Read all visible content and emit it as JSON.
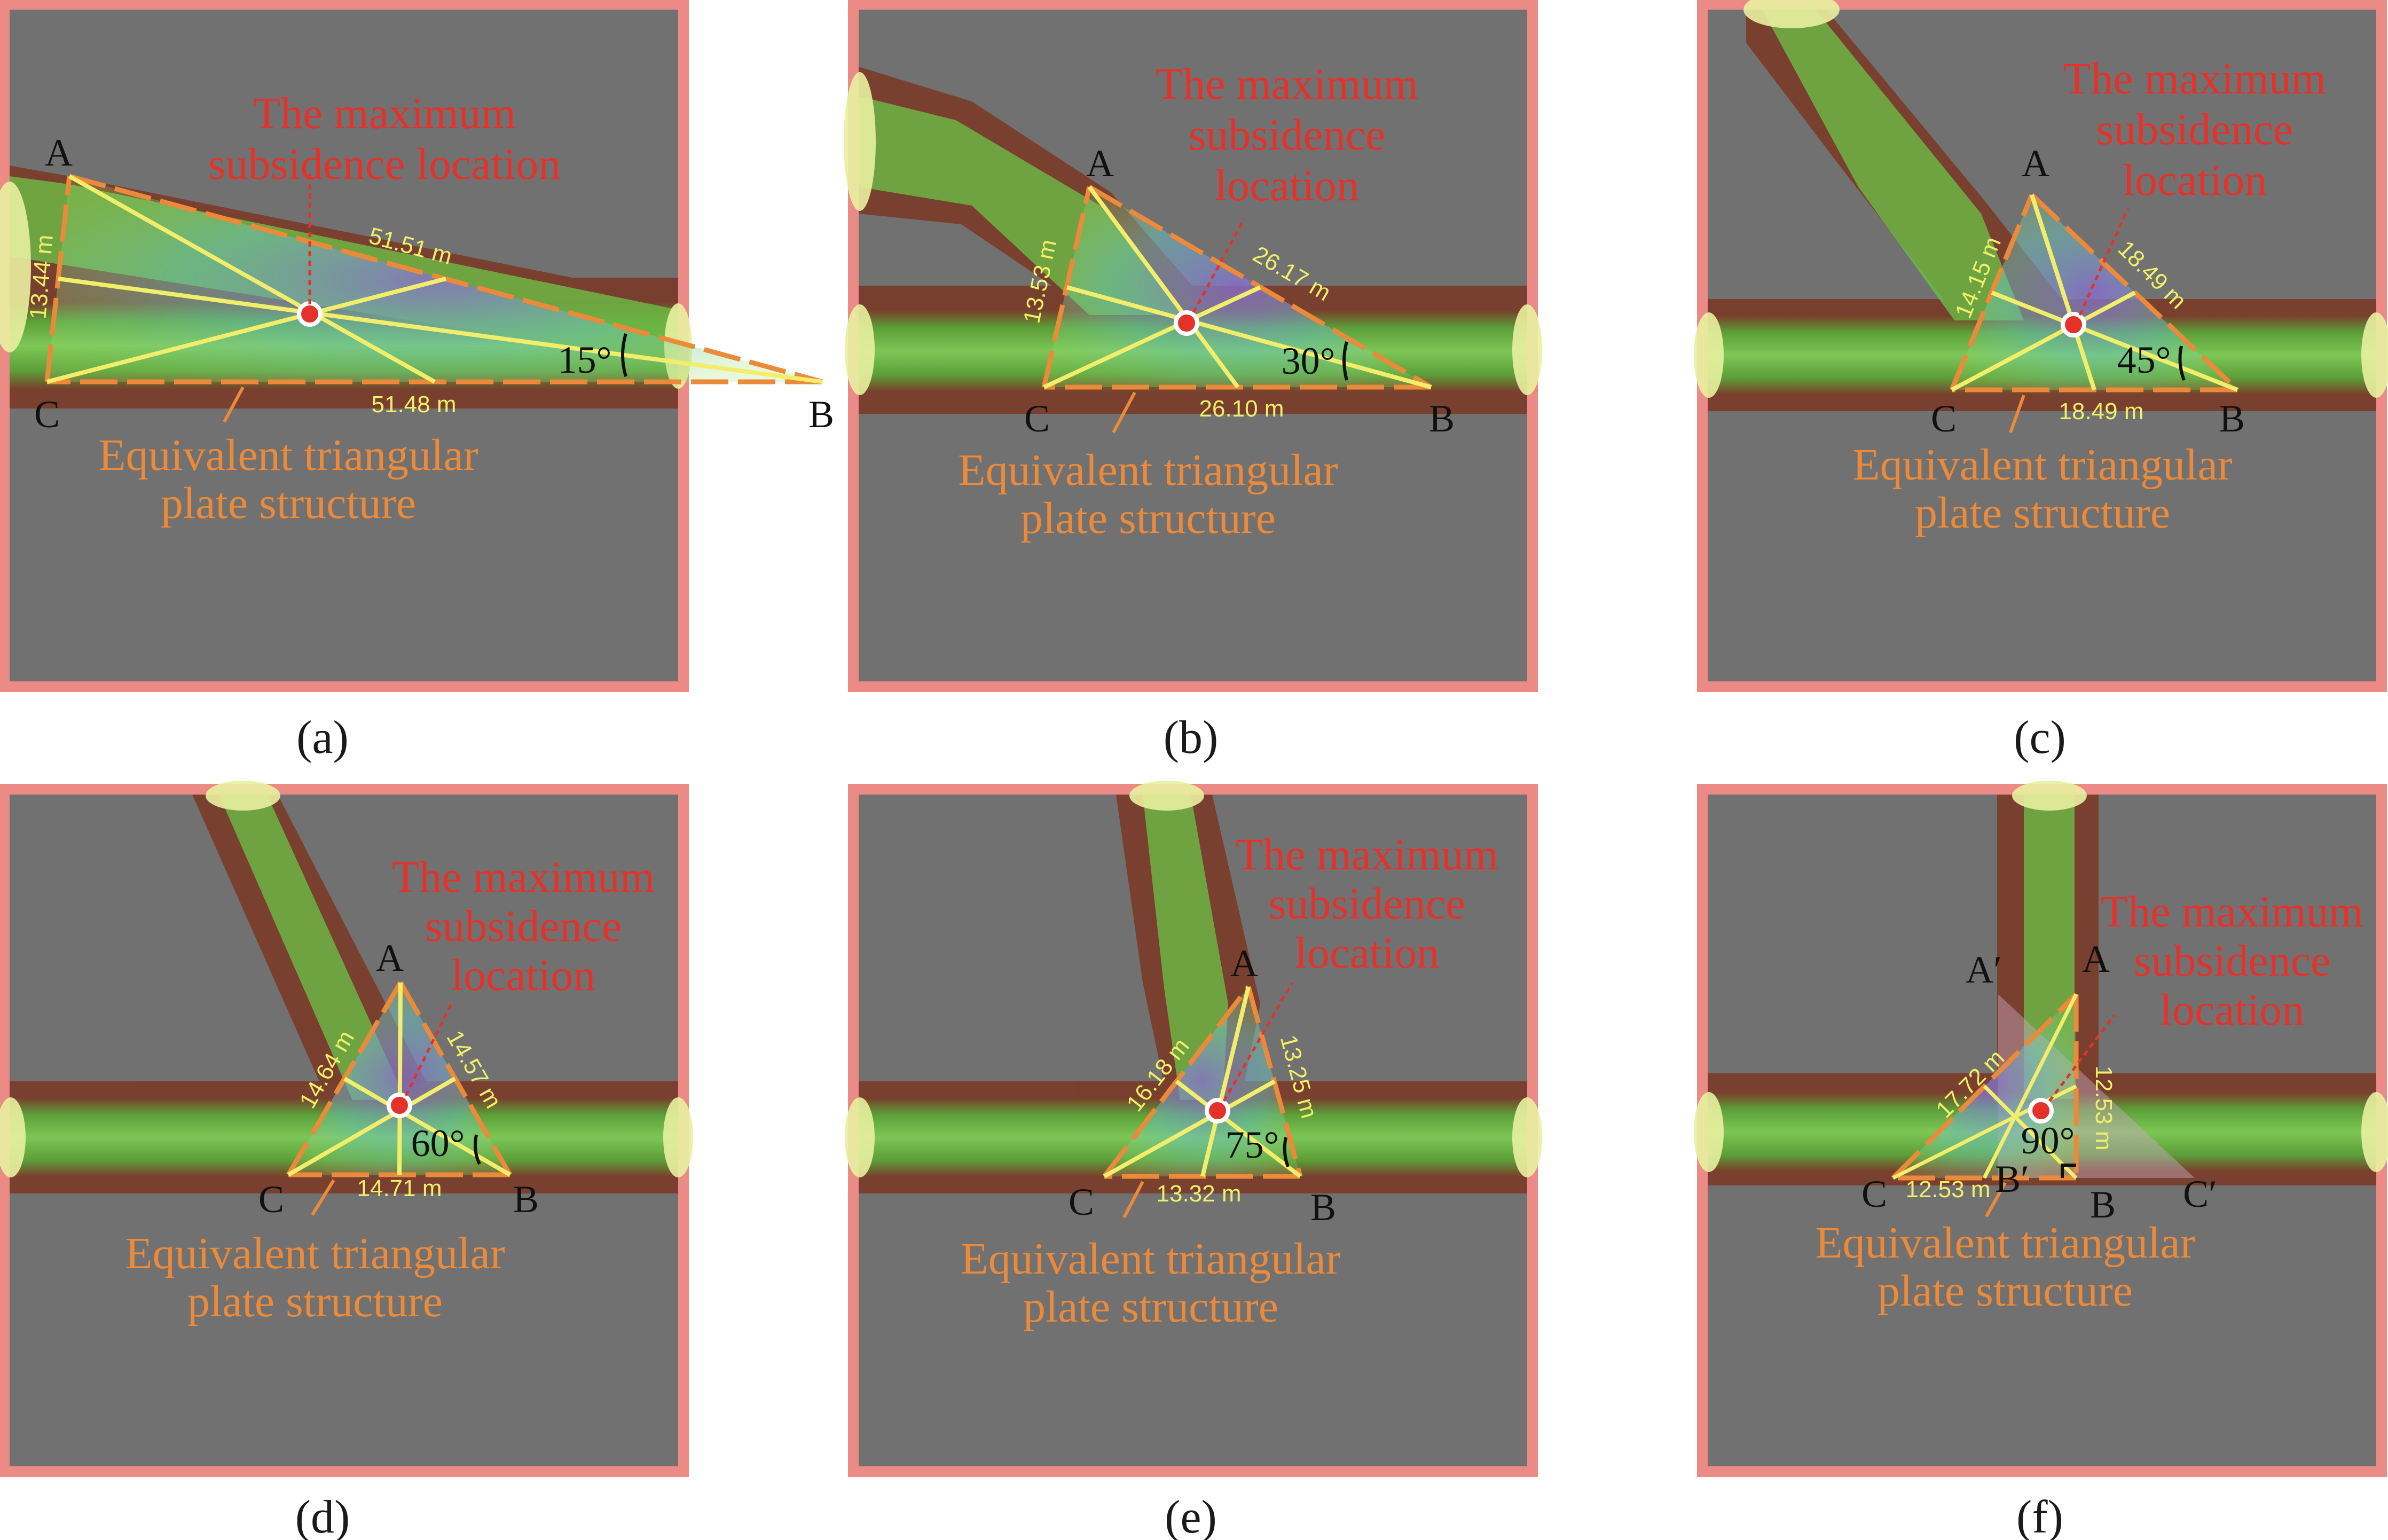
{
  "colors": {
    "frame": "#ec8a86",
    "board": "#717171",
    "rock": "#7a3d2b",
    "tunnel": "#5fb840",
    "triangle_edge": "#ea8a3a",
    "median": "#f2ee6c",
    "red_text": "#e4322b",
    "orange_text": "#ea8a3a"
  },
  "labels": {
    "max_subsidence": [
      "The maximum",
      "subsidence location"
    ],
    "max_subsidence_3": [
      "The maximum",
      "subsidence",
      "location"
    ],
    "plate": [
      "Equivalent triangular",
      "plate structure"
    ]
  },
  "panels": [
    {
      "id": "a",
      "caption": "(a)",
      "angle": "15°",
      "vertices": [
        "A",
        "B",
        "C"
      ],
      "sides": {
        "AC": "13.44 m",
        "AB": "51.51 m",
        "BC": "51.48 m"
      }
    },
    {
      "id": "b",
      "caption": "(b)",
      "angle": "30°",
      "vertices": [
        "A",
        "B",
        "C"
      ],
      "sides": {
        "AC": "13.53 m",
        "AB": "26.17 m",
        "BC": "26.10 m"
      }
    },
    {
      "id": "c",
      "caption": "(c)",
      "angle": "45°",
      "vertices": [
        "A",
        "B",
        "C"
      ],
      "sides": {
        "AC": "14.15 m",
        "AB": "18.49 m",
        "BC": "18.49 m"
      }
    },
    {
      "id": "d",
      "caption": "(d)",
      "angle": "60°",
      "vertices": [
        "A",
        "B",
        "C"
      ],
      "sides": {
        "AC": "14.64 m",
        "AB": "14.57 m",
        "BC": "14.71 m"
      }
    },
    {
      "id": "e",
      "caption": "(e)",
      "angle": "75°",
      "vertices": [
        "A",
        "B",
        "C"
      ],
      "sides": {
        "AC": "16.18 m",
        "AB": "13.25 m",
        "BC": "13.32 m"
      }
    },
    {
      "id": "f",
      "caption": "(f)",
      "angle": "90°",
      "vertices": [
        "A",
        "B",
        "C",
        "A′",
        "B′",
        "C′"
      ],
      "sides": {
        "AC": "17.72 m",
        "AB": "12.53 m",
        "BC": "12.53 m"
      }
    }
  ]
}
